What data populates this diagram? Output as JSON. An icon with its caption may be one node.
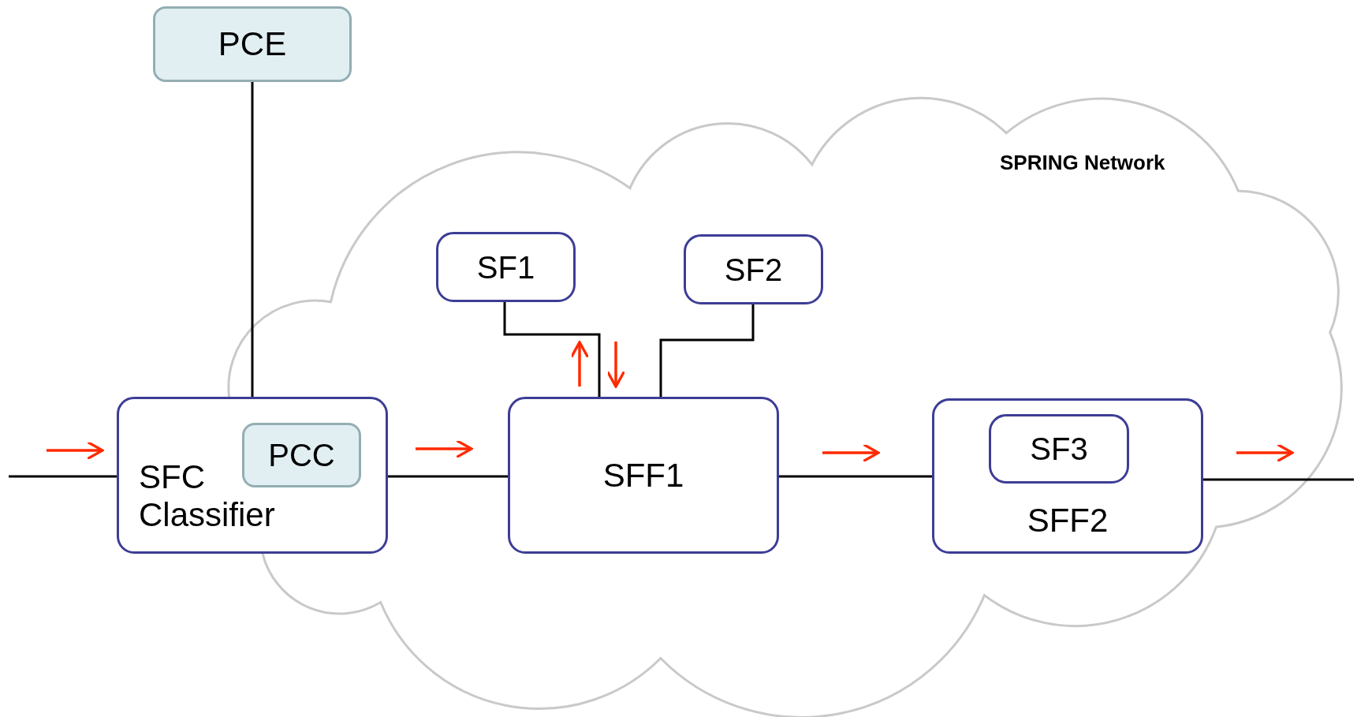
{
  "diagram": {
    "nodes": [
      {
        "text": [
          "PCE"
        ]
      },
      {
        "text": [
          "SPRING Network"
        ]
      },
      {
        "text": [
          "SF1"
        ],
        "in": 1
      },
      {
        "text": [
          "SF2"
        ],
        "in": 1
      },
      {
        "text": [
          "SFC Classifier"
        ]
      },
      {
        "text": [
          "PCC"
        ]
      },
      {
        "text": [
          "SFF1"
        ],
        "in": 1
      },
      {
        "text": [
          "SFF2"
        ],
        "in": 1
      },
      {
        "text": [
          "SF3"
        ],
        "in": 7
      }
    ],
    "edges": [
      {
        "from": 0,
        "to": 4,
        "arrow": "none"
      },
      {
        "from": 2,
        "to": 6,
        "arrow": "none"
      },
      {
        "from": 3,
        "to": 6,
        "arrow": "none"
      },
      {
        "from": null,
        "to": 4,
        "arrow": "none"
      },
      {
        "from": 4,
        "to": 6,
        "arrow": "none"
      },
      {
        "from": 6,
        "to": 7,
        "arrow": "none"
      },
      {
        "from": 7,
        "to": null,
        "arrow": "none"
      }
    ]
  }
}
